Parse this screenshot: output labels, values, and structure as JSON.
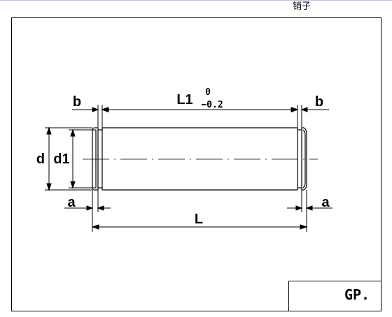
{
  "title": "销子",
  "dimensions": {
    "length_overall": "L",
    "length_between_grooves": "L1",
    "tolerance_upper": "0",
    "tolerance_lower": "−0.2",
    "groove_width": "b",
    "groove_offset": "a",
    "outer_diameter": "d",
    "groove_diameter": "d1"
  },
  "title_block": {
    "code": "GP."
  }
}
